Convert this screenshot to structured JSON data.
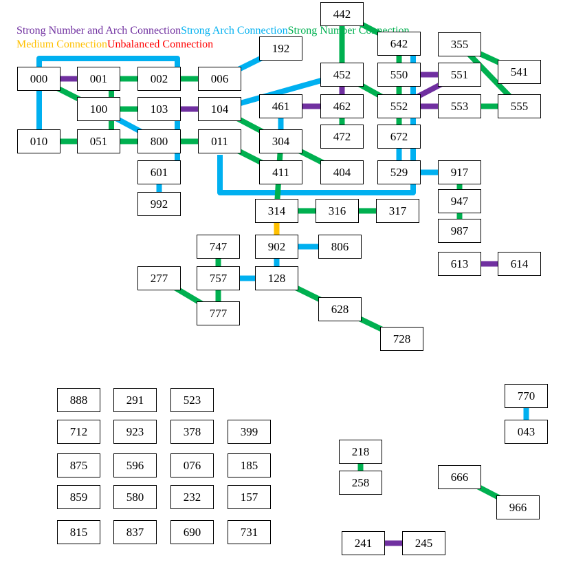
{
  "legend": {
    "strong_number_and_arch": "Strong Number and Arch Connection",
    "strong_arch": "Strong Arch Connection",
    "strong_number": "Strong Number Connection",
    "medium": "Medium Connection",
    "unbalanced": "Unbalanced Connection"
  },
  "colors": {
    "strong_number_and_arch": "#7030A0",
    "strong_arch": "#00B0F0",
    "strong_number": "#00B050",
    "medium": "#FFC000",
    "unbalanced": "#FF0000"
  },
  "nodes": [
    "442",
    "192",
    "642",
    "355",
    "000",
    "001",
    "002",
    "006",
    "452",
    "550",
    "551",
    "541",
    "100",
    "103",
    "104",
    "461",
    "462",
    "552",
    "553",
    "555",
    "010",
    "051",
    "800",
    "011",
    "304",
    "472",
    "672",
    "601",
    "411",
    "404",
    "529",
    "917",
    "992",
    "314",
    "316",
    "317",
    "947",
    "747",
    "902",
    "806",
    "987",
    "277",
    "757",
    "128",
    "613",
    "614",
    "777",
    "628",
    "728",
    "888",
    "291",
    "523",
    "770",
    "712",
    "923",
    "378",
    "399",
    "043",
    "875",
    "596",
    "076",
    "185",
    "218",
    "666",
    "859",
    "580",
    "232",
    "157",
    "258",
    "966",
    "815",
    "837",
    "690",
    "731",
    "241",
    "245"
  ],
  "connections": [
    {
      "from": "000",
      "to": "001",
      "type": "strong_number_and_arch"
    },
    {
      "from": "001",
      "to": "002",
      "type": "strong_number"
    },
    {
      "from": "002",
      "to": "006",
      "type": "strong_number"
    },
    {
      "from": "000",
      "to": "002",
      "type": "strong_arch"
    },
    {
      "from": "000",
      "to": "010",
      "type": "strong_arch"
    },
    {
      "from": "000",
      "to": "100",
      "type": "strong_number"
    },
    {
      "from": "001",
      "to": "051",
      "type": "strong_number"
    },
    {
      "from": "100",
      "to": "103",
      "type": "strong_number"
    },
    {
      "from": "100",
      "to": "800",
      "type": "strong_arch"
    },
    {
      "from": "103",
      "to": "104",
      "type": "strong_number_and_arch"
    },
    {
      "from": "103",
      "to": "601",
      "type": "strong_arch"
    },
    {
      "from": "006",
      "to": "192",
      "type": "strong_arch"
    },
    {
      "from": "104",
      "to": "452",
      "type": "strong_arch"
    },
    {
      "from": "104",
      "to": "304",
      "type": "strong_number"
    },
    {
      "from": "010",
      "to": "011",
      "type": "strong_number"
    },
    {
      "from": "011",
      "to": "411",
      "type": "strong_number"
    },
    {
      "from": "011",
      "to": "642",
      "type": "strong_arch"
    },
    {
      "from": "461",
      "to": "462",
      "type": "strong_number_and_arch"
    },
    {
      "from": "461",
      "to": "304",
      "type": "strong_arch"
    },
    {
      "from": "304",
      "to": "404",
      "type": "strong_number"
    },
    {
      "from": "304",
      "to": "314",
      "type": "strong_number"
    },
    {
      "from": "442",
      "to": "452",
      "type": "strong_number"
    },
    {
      "from": "442",
      "to": "642",
      "type": "strong_number"
    },
    {
      "from": "452",
      "to": "462",
      "type": "strong_number_and_arch"
    },
    {
      "from": "452",
      "to": "552",
      "type": "strong_number"
    },
    {
      "from": "462",
      "to": "472",
      "type": "strong_number"
    },
    {
      "from": "642",
      "to": "672",
      "type": "strong_number"
    },
    {
      "from": "550",
      "to": "551",
      "type": "strong_number_and_arch"
    },
    {
      "from": "552",
      "to": "551",
      "type": "strong_number_and_arch"
    },
    {
      "from": "552",
      "to": "553",
      "type": "strong_number_and_arch"
    },
    {
      "from": "553",
      "to": "555",
      "type": "strong_number"
    },
    {
      "from": "355",
      "to": "541",
      "type": "strong_number"
    },
    {
      "from": "355",
      "to": "555",
      "type": "strong_number"
    },
    {
      "from": "672",
      "to": "529",
      "type": "strong_arch"
    },
    {
      "from": "529",
      "to": "917",
      "type": "strong_arch"
    },
    {
      "from": "917",
      "to": "947",
      "type": "strong_number"
    },
    {
      "from": "947",
      "to": "987",
      "type": "strong_number"
    },
    {
      "from": "601",
      "to": "992",
      "type": "strong_arch"
    },
    {
      "from": "314",
      "to": "316",
      "type": "strong_number"
    },
    {
      "from": "316",
      "to": "317",
      "type": "strong_number"
    },
    {
      "from": "314",
      "to": "902",
      "type": "medium"
    },
    {
      "from": "902",
      "to": "806",
      "type": "strong_arch"
    },
    {
      "from": "902",
      "to": "128",
      "type": "strong_arch"
    },
    {
      "from": "747",
      "to": "757",
      "type": "strong_number"
    },
    {
      "from": "757",
      "to": "777",
      "type": "strong_number"
    },
    {
      "from": "277",
      "to": "777",
      "type": "strong_number"
    },
    {
      "from": "757",
      "to": "128",
      "type": "strong_arch"
    },
    {
      "from": "128",
      "to": "628",
      "type": "strong_number"
    },
    {
      "from": "628",
      "to": "728",
      "type": "strong_number"
    },
    {
      "from": "613",
      "to": "614",
      "type": "strong_number_and_arch"
    },
    {
      "from": "770",
      "to": "043",
      "type": "strong_arch"
    },
    {
      "from": "218",
      "to": "258",
      "type": "strong_number"
    },
    {
      "from": "666",
      "to": "966",
      "type": "strong_number"
    },
    {
      "from": "241",
      "to": "245",
      "type": "strong_number_and_arch"
    }
  ]
}
